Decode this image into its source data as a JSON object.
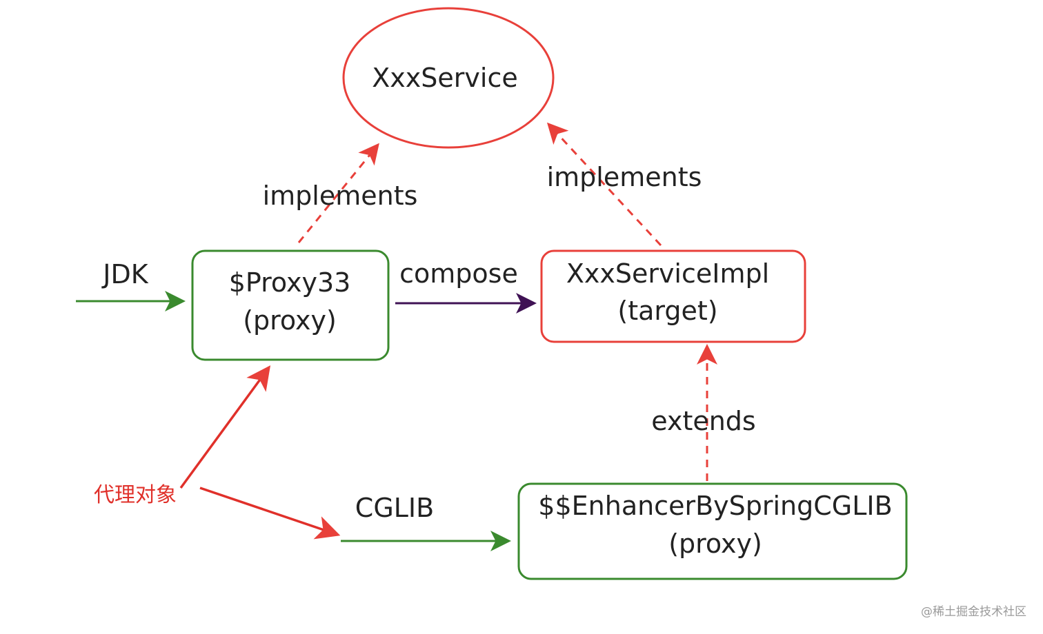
{
  "colors": {
    "red": "#e8403a",
    "green": "#3a8a2e",
    "purple": "#3f1254",
    "text": "#222222",
    "annotation": "#e0302a"
  },
  "nodes": {
    "xxx_service": {
      "line1": "XxxService"
    },
    "proxy33": {
      "line1": "$Proxy33",
      "line2": "(proxy)"
    },
    "service_impl": {
      "line1": "XxxServiceImpl",
      "line2": "(target)"
    },
    "enhancer": {
      "line1": "$$EnhancerBySpringCGLIB",
      "line2": "(proxy)"
    }
  },
  "edges": {
    "proxy_implements": "implements",
    "impl_implements": "implements",
    "compose": "compose",
    "extends": "extends",
    "jdk": "JDK",
    "cglib": "CGLIB"
  },
  "annotation": {
    "label": "代理对象"
  },
  "watermark": "@稀土掘金技术社区"
}
